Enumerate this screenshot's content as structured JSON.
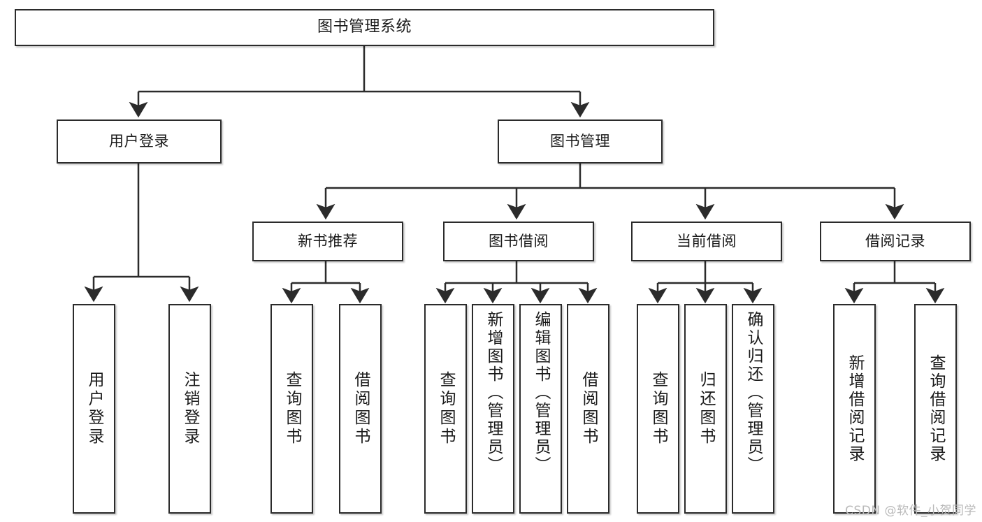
{
  "diagram": {
    "title": "图书管理系统",
    "type": "tree",
    "watermark": "CSDN @软件_小贺同学",
    "colors": {
      "box_border": "#2b2b2b",
      "box_fill": "#ffffff",
      "connector": "#2b2b2b",
      "text": "#1a1a1a",
      "watermark": "#b9b9b9"
    },
    "nodes": {
      "root": "图书管理系统",
      "level2": {
        "user_login": "用户登录",
        "book_manage": "图书管理"
      },
      "level3": {
        "new_book_recommend": "新书推荐",
        "book_borrow": "图书借阅",
        "current_borrow": "当前借阅",
        "borrow_record": "借阅记录"
      },
      "leaves": {
        "user_login_1": "用户登录",
        "user_login_2": "注销登录",
        "recommend_1": "查询图书",
        "recommend_2": "借阅图书",
        "borrow_1": "查询图书",
        "borrow_2": "新增图书（管理员）",
        "borrow_3": "编辑图书（管理员）",
        "borrow_4": "借阅图书",
        "current_1": "查询图书",
        "current_2": "归还图书",
        "current_3": "确认归还（管理员）",
        "record_1": "新增借阅记录",
        "record_2": "查询借阅记录"
      }
    }
  }
}
